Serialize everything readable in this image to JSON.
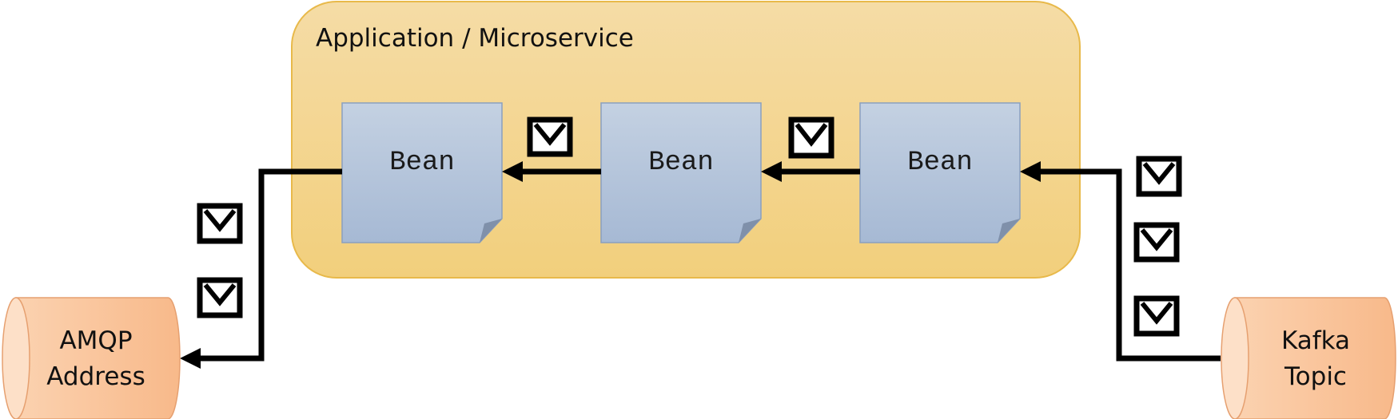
{
  "application": {
    "title": "Application / Microservice"
  },
  "beans": [
    {
      "label": "Bean"
    },
    {
      "label": "Bean"
    },
    {
      "label": "Bean"
    }
  ],
  "sink": {
    "line1": "AMQP",
    "line2": "Address"
  },
  "source": {
    "line1": "Kafka",
    "line2": "Topic"
  },
  "icons": {
    "message": "envelope-icon"
  },
  "colors": {
    "container_top": "#f5dca6",
    "container_bottom": "#f2cf7c",
    "container_stroke": "#e8b94a",
    "bean_top": "#c4d1e2",
    "bean_bottom": "#a6b9d4",
    "bean_stroke": "#8a9fbf",
    "bean_fold": "#7f90aa",
    "cylinder_body": "#f9c49a",
    "cylinder_face": "#fde0c8",
    "cylinder_stroke": "#e6a070",
    "line": "#000000"
  }
}
